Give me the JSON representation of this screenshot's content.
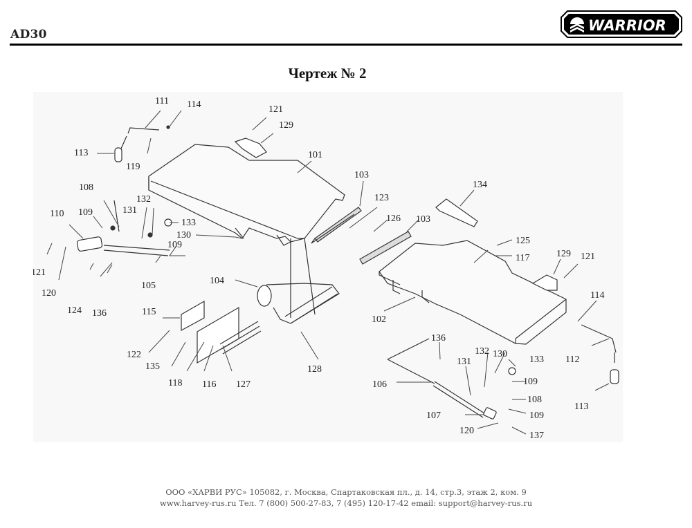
{
  "header": {
    "model": "AD30",
    "brand_logo_text": "WARRIOR",
    "brand_logo_icon": "chevron-emblem-icon"
  },
  "page": {
    "title": "Чертеж № 2"
  },
  "diagram": {
    "description": "Exploded parts drawing of planer tables",
    "callouts": [
      {
        "id": "c111",
        "label": "111"
      },
      {
        "id": "c114a",
        "label": "114"
      },
      {
        "id": "c113a",
        "label": "113"
      },
      {
        "id": "c119",
        "label": "119"
      },
      {
        "id": "c121a",
        "label": "121"
      },
      {
        "id": "c129a",
        "label": "129"
      },
      {
        "id": "c101",
        "label": "101"
      },
      {
        "id": "c108a",
        "label": "108"
      },
      {
        "id": "c110",
        "label": "110"
      },
      {
        "id": "c109a",
        "label": "109"
      },
      {
        "id": "c131a",
        "label": "131"
      },
      {
        "id": "c132a",
        "label": "132"
      },
      {
        "id": "c133a",
        "label": "133"
      },
      {
        "id": "c130a",
        "label": "130"
      },
      {
        "id": "c109b",
        "label": "109"
      },
      {
        "id": "c121b",
        "label": "121"
      },
      {
        "id": "c120a",
        "label": "120"
      },
      {
        "id": "c105",
        "label": "105"
      },
      {
        "id": "c124",
        "label": "124"
      },
      {
        "id": "c136a",
        "label": "136"
      },
      {
        "id": "c104",
        "label": "104"
      },
      {
        "id": "c115",
        "label": "115"
      },
      {
        "id": "c122",
        "label": "122"
      },
      {
        "id": "c135",
        "label": "135"
      },
      {
        "id": "c118",
        "label": "118"
      },
      {
        "id": "c116",
        "label": "116"
      },
      {
        "id": "c127",
        "label": "127"
      },
      {
        "id": "c128",
        "label": "128"
      },
      {
        "id": "c103a",
        "label": "103"
      },
      {
        "id": "c123",
        "label": "123"
      },
      {
        "id": "c126",
        "label": "126"
      },
      {
        "id": "c103b",
        "label": "103"
      },
      {
        "id": "c134",
        "label": "134"
      },
      {
        "id": "c125",
        "label": "125"
      },
      {
        "id": "c117",
        "label": "117"
      },
      {
        "id": "c129b",
        "label": "129"
      },
      {
        "id": "c121c",
        "label": "121"
      },
      {
        "id": "c114b",
        "label": "114"
      },
      {
        "id": "c102",
        "label": "102"
      },
      {
        "id": "c112",
        "label": "112"
      },
      {
        "id": "c113b",
        "label": "113"
      },
      {
        "id": "c136b",
        "label": "136"
      },
      {
        "id": "c106",
        "label": "106"
      },
      {
        "id": "c131b",
        "label": "131"
      },
      {
        "id": "c132b",
        "label": "132"
      },
      {
        "id": "c130b",
        "label": "130"
      },
      {
        "id": "c133b",
        "label": "133"
      },
      {
        "id": "c109c",
        "label": "109"
      },
      {
        "id": "c108b",
        "label": "108"
      },
      {
        "id": "c109d",
        "label": "109"
      },
      {
        "id": "c107",
        "label": "107"
      },
      {
        "id": "c120b",
        "label": "120"
      },
      {
        "id": "c137",
        "label": "137"
      }
    ]
  },
  "footer": {
    "line1": "ООО «ХАРВИ РУС» 105082, г. Москва, Спартаковская пл., д. 14, стр.3, этаж 2, ком. 9",
    "line2": "www.harvey-rus.ru Тел. 7 (800) 500-27-83, 7 (495) 120-17-42 email: support@harvey-rus.ru"
  }
}
